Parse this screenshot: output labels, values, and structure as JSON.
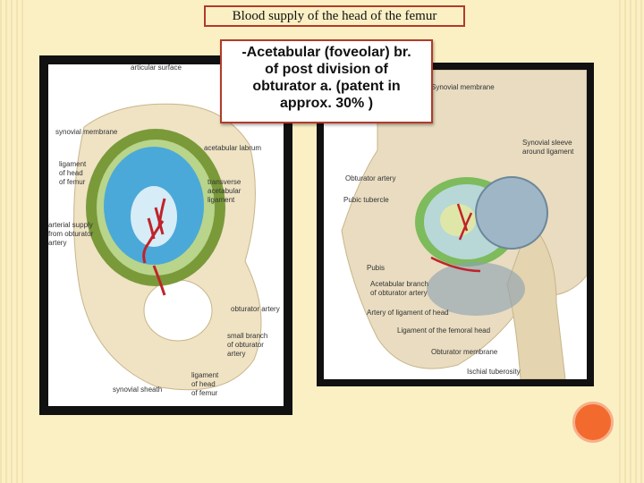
{
  "slide": {
    "title": "Blood supply of the head of the femur",
    "callout_lines": [
      "-Acetabular (foveolar) br.",
      "of post division of",
      "obturator a. (patent in",
      "approx. 30% )"
    ]
  },
  "left_figure": {
    "labels": {
      "articular_surface": "articular surface",
      "synovial_membrane": "synovial membrane",
      "acetabular_labrum": "acetabular labrum",
      "ligament_head_femur_l1": "ligament",
      "ligament_head_femur_l2": "of head",
      "ligament_head_femur_l3": "of femur",
      "transverse_l1": "transverse",
      "transverse_l2": "acetabular",
      "transverse_l3": "ligament",
      "arterial_l1": "arterial supply",
      "arterial_l2": "from obturator",
      "arterial_l3": "artery",
      "obturator_artery": "obturator artery",
      "small_branch_l1": "small branch",
      "small_branch_l2": "of obturator",
      "small_branch_l3": "artery",
      "synovial_sheath": "synovial sheath",
      "ligament_bottom_l1": "ligament",
      "ligament_bottom_l2": "of head",
      "ligament_bottom_l3": "of femur"
    }
  },
  "right_figure": {
    "labels": {
      "synovial_membrane": "Synovial membrane",
      "synovial_sleeve_l1": "Synovial sleeve",
      "synovial_sleeve_l2": "around ligament",
      "obturator_artery": "Obturator artery",
      "pubic_tubercle": "Pubic tubercle",
      "pubis": "Pubis",
      "acetabular_branch_l1": "Acetabular branch",
      "acetabular_branch_l2": "of obturator artery",
      "artery_ligament_head": "Artery of ligament of head",
      "ligament_femoral_head": "Ligament of the femoral head",
      "obturator_membrane": "Obturator membrane",
      "ischial_tuberosity": "Ischial tuberosity"
    }
  },
  "colors": {
    "background": "#fbf0c4",
    "border_accent": "#b13b2a",
    "orange_dot": "#f26a2e"
  }
}
